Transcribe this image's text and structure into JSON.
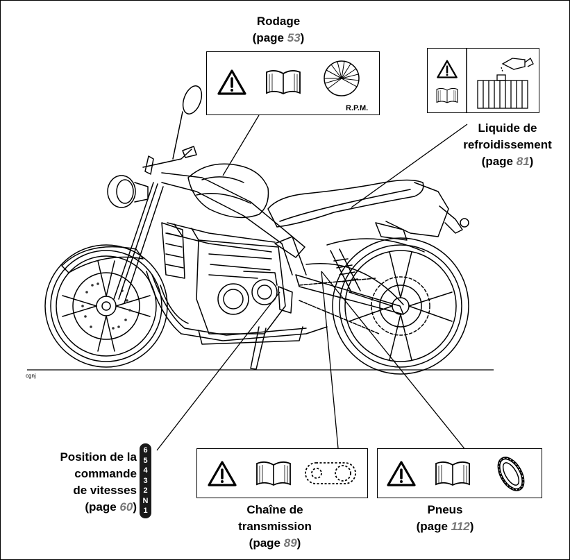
{
  "labels": {
    "rodage": {
      "line1": "Rodage",
      "page_prefix": "(page ",
      "page": "53",
      "page_suffix": ")"
    },
    "liquide": {
      "line1": "Liquide de",
      "line2": "refroidissement",
      "page_prefix": "(page ",
      "page": "81",
      "page_suffix": ")"
    },
    "position": {
      "line1": "Position de la",
      "line2": "commande",
      "line3": "de vitesses",
      "page_prefix": "(page ",
      "page": "60",
      "page_suffix": ")"
    },
    "chaine": {
      "line1": "Chaîne de",
      "line2": "transmission",
      "page_prefix": "(page ",
      "page": "89",
      "page_suffix": ")"
    },
    "pneus": {
      "line1": "Pneus",
      "page_prefix": "(page ",
      "page": "112",
      "page_suffix": ")"
    }
  },
  "rpm_text": "R.P.M.",
  "image_code": "cgnj",
  "gear_positions": [
    "6",
    "5",
    "4",
    "3",
    "2",
    "N",
    "1"
  ],
  "icons": [
    "warning-triangle-icon",
    "manual-book-icon",
    "rpm-dial-icon",
    "radiator-icon",
    "chain-icon",
    "tyre-icon"
  ]
}
